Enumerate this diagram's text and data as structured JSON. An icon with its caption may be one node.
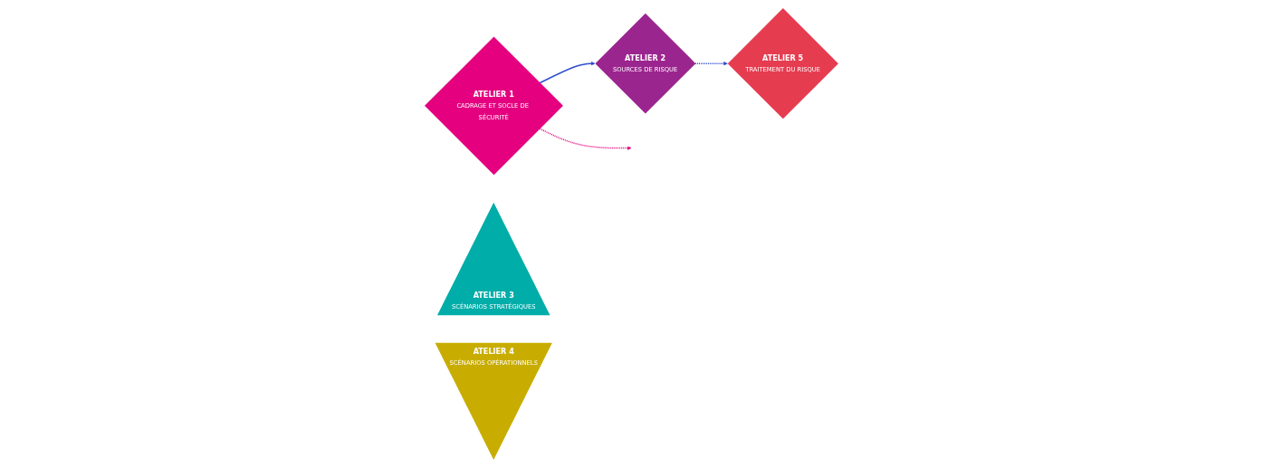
{
  "diagram": {
    "nodes": [
      {
        "text": [
          "ATELIER 1",
          "CADRAGE ET SOCLE DE SÉCURITÉ"
        ]
      },
      {
        "text": [
          "ATELIER 2",
          "SOURCES DE RISQUE"
        ]
      },
      {
        "text": [
          "ATELIER 3",
          "SCÉNARIOS STRATÉGIQUES"
        ]
      },
      {
        "text": [
          "ATELIER 4",
          "SCÉNARIOS OPÉRATIONNELS"
        ]
      },
      {
        "text": [
          "ATELIER 5",
          "TRAITEMENT DU RISQUE"
        ]
      }
    ],
    "edges": [
      {
        "from": 0,
        "to": 1,
        "arrow": "to",
        "color": "#2f4bd0"
      },
      {
        "from": 1,
        "to": 4,
        "arrow": "to",
        "style": "dashed",
        "color": "#2f4bd0"
      },
      {
        "from": 0,
        "to": null,
        "arrow": "to",
        "style": "dashed",
        "color": "#e4007f"
      }
    ]
  }
}
